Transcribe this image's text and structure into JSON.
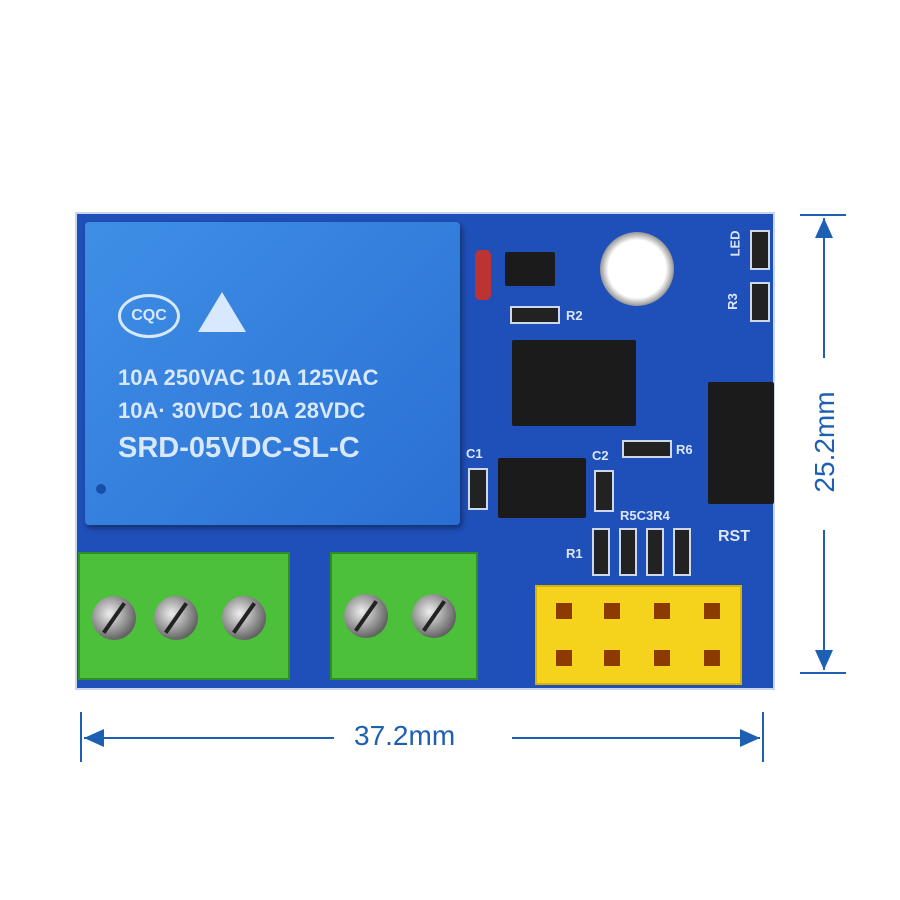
{
  "relay": {
    "cert_mark": "CQC",
    "rating_line1": "10A 250VAC  10A 125VAC",
    "rating_line2": "10A·  30VDC  10A 28VDC",
    "model": "SRD-05VDC-SL-C"
  },
  "pcb_labels": {
    "r2": "R2",
    "r3": "R3",
    "led": "LED",
    "c1": "C1",
    "c2": "C2",
    "r6": "R6",
    "r5c3r4": "R5C3R4",
    "r1": "R1",
    "rst": "RST"
  },
  "dimensions": {
    "width": "37.2mm",
    "height": "25.2mm"
  },
  "colors": {
    "pcb": "#1f4fb8",
    "relay": "#2f7ad9",
    "terminal": "#4cc03a",
    "header": "#f5d21b",
    "dimension": "#1d5fb3"
  }
}
